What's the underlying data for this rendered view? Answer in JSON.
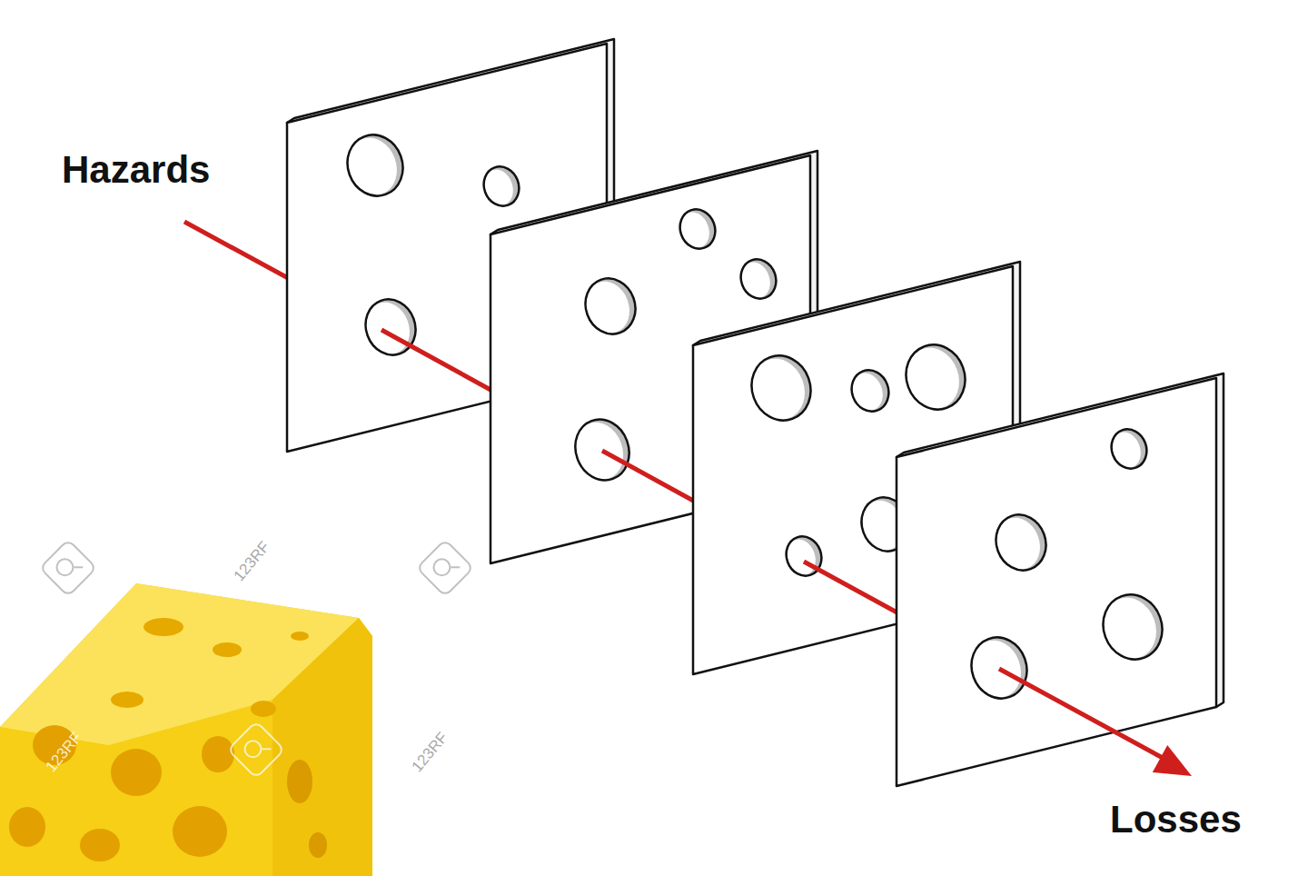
{
  "diagram": {
    "labels": [
      "Hazards",
      "Losses",
      "123RF",
      "123RF",
      "123RF"
    ]
  }
}
